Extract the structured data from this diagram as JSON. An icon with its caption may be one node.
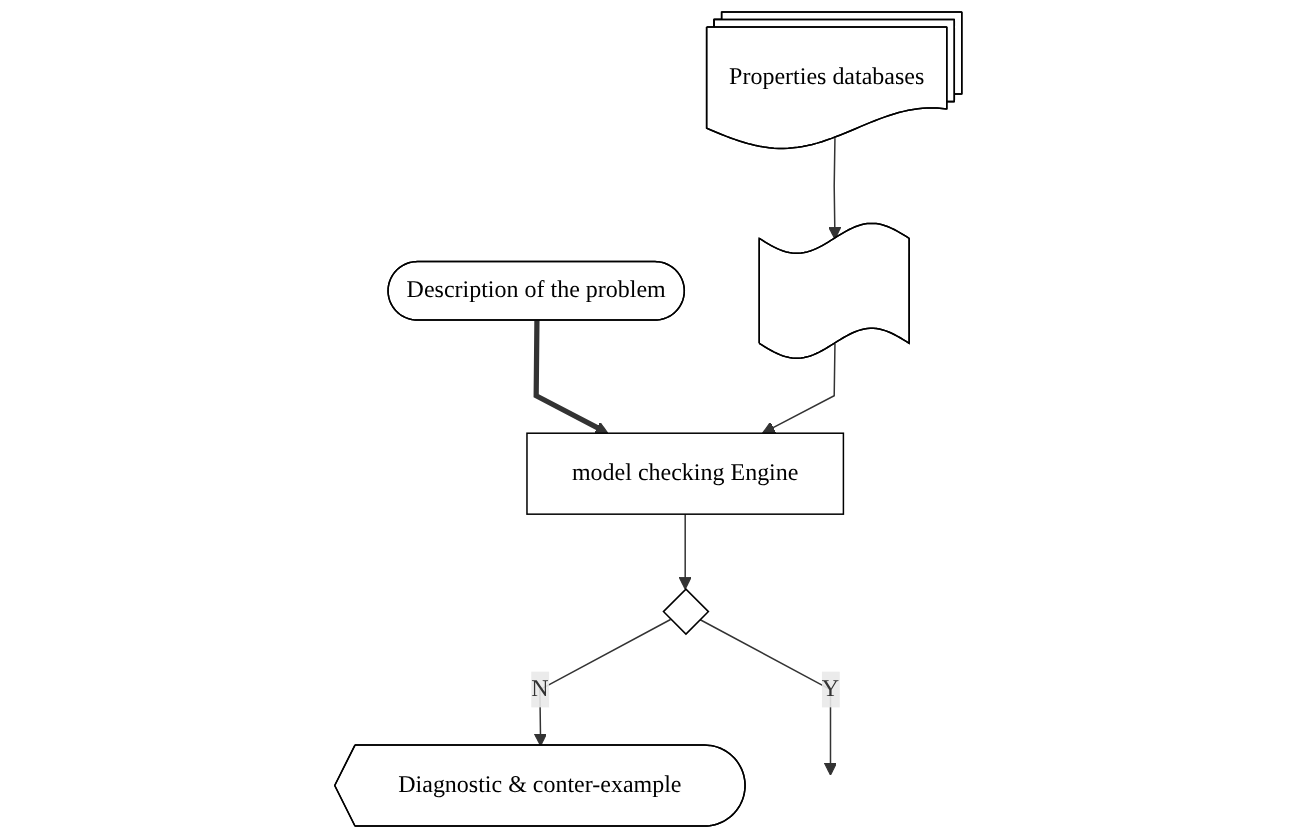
{
  "diagram": {
    "nodes": [
      {
        "text": [
          "Description of the problem"
        ]
      },
      {
        "text": [],
        "shape": "scroll"
      },
      {
        "text": [
          "Properties databases"
        ]
      },
      {
        "text": [
          "model checking Engine"
        ]
      },
      {
        "text": [],
        "shape": "diamond"
      },
      {
        "text": [
          "Diagnostic & conter-example"
        ]
      }
    ],
    "edges": [
      {
        "from": 0,
        "to": 3,
        "arrow": "to",
        "style": "thick"
      },
      {
        "from": 2,
        "to": 1,
        "arrow": "to"
      },
      {
        "from": 1,
        "to": 3,
        "arrow": "to"
      },
      {
        "from": 3,
        "to": 4,
        "arrow": "to"
      },
      {
        "from": 4,
        "to": 5,
        "arrow": "to",
        "label": "N"
      },
      {
        "from": 4,
        "to": null,
        "arrow": "to",
        "label": "Y"
      }
    ]
  }
}
